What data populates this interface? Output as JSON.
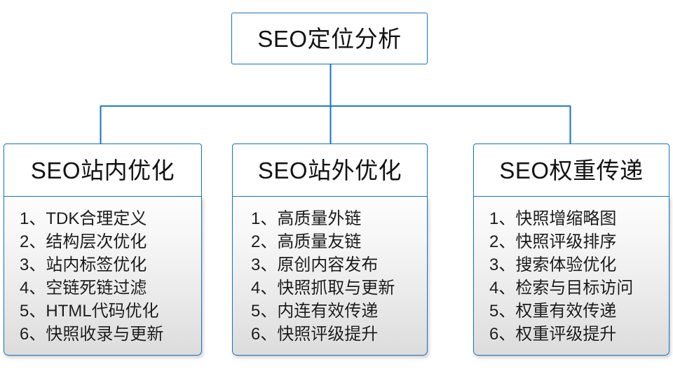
{
  "diagram": {
    "title": "SEO定位分析",
    "root": {
      "label": "SEO定位分析",
      "border_color": "#1673c0",
      "text_color": "#121212"
    },
    "connector": {
      "color": "#1673c0",
      "style": "orthogonal-tree"
    },
    "branches": [
      {
        "header": "SEO站内优化",
        "items": [
          "1、TDK合理定义",
          "2、结构层次优化",
          "3、站内标签优化",
          "4、空链死链过滤",
          "5、HTML代码优化",
          "6、快照收录与更新"
        ]
      },
      {
        "header": "SEO站外优化",
        "items": [
          "1、高质量外链",
          "2、高质量友链",
          "3、原创内容发布",
          "4、快照抓取与更新",
          "5、内连有效传递",
          "6、快照评级提升"
        ]
      },
      {
        "header": "SEO权重传递",
        "items": [
          "1、快照增缩略图",
          "2、快照评级排序",
          "3、搜索体验优化",
          "4、检索与目标访问",
          "5、权重有效传递",
          "6、权重评级提升"
        ]
      }
    ]
  }
}
